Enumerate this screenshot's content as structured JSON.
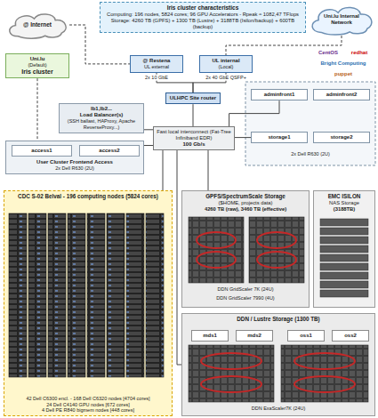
{
  "diagram": {
    "nodes": [
      {
        "text": [
          "Iris cluster characteristics",
          "Computing: 196 nodes, 5824 cores; 96 GPU Accelerators - Rpeak ≈ 1082,47 TFlops",
          "Storage: 4260 TB (GPFS) + 1300 TB (Lustre) + 3188TB (Isilon/backup) + 600TB (backup)"
        ]
      },
      {
        "text": [
          "@ Internet"
        ]
      },
      {
        "text": [
          "Uni.lu Internal Network"
        ]
      },
      {
        "text": [
          "Uni.lu",
          "(Default)",
          "Iris cluster"
        ]
      },
      {
        "text": [
          "@ Restena",
          "UL external"
        ]
      },
      {
        "text": [
          "UL internal",
          "(Local)"
        ]
      },
      {
        "text": [
          "ULHPC Site router"
        ]
      },
      {
        "text": [
          "Fast local interconnect (Fat-Tree Infiniband EDR)",
          "100 Gb/s"
        ]
      },
      {
        "text": [
          "lb1,lb2...",
          "Load Balancer(s)",
          "(SSH ballast, HAProxy, Apache ReverseProxy...)"
        ]
      },
      {
        "text": [
          "User Cluster Frontend Access",
          "2x Dell R630 (2U)"
        ]
      },
      {
        "text": [
          "access1"
        ],
        "in": 9
      },
      {
        "text": [
          "access2"
        ],
        "in": 9
      },
      {
        "text": [
          "adminfront1"
        ]
      },
      {
        "text": [
          "adminfront2"
        ]
      },
      {
        "text": [
          "storage1"
        ]
      },
      {
        "text": [
          "storage2"
        ]
      },
      {
        "text": [
          "CDC S-02 Belval - 196 computing nodes (5824 cores)",
          "42 Dell C6300 encl. - 168 Dell C6320 nodes [4704 cores]",
          "24 Dell C4140 GPU nodes [672 cores]",
          "4 Dell PE R840 bigmem nodes [448 cores]"
        ]
      },
      {
        "text": [
          "GPFS/SpectrumScale Storage",
          "($HOME, projects data)",
          "4260 TB (raw), 3460 TB (effective)"
        ]
      },
      {
        "text": [
          "EMC ISILON",
          "NAS Storage",
          "(3188TB)"
        ]
      },
      {
        "text": [
          "DDN / Lustre Storage (1300 TB)"
        ]
      },
      {
        "text": [
          "mds1"
        ],
        "in": 19
      },
      {
        "text": [
          "mds2"
        ],
        "in": 19
      },
      {
        "text": [
          "oss1"
        ],
        "in": 19
      },
      {
        "text": [
          "oss2"
        ],
        "in": 19
      }
    ],
    "edges": [
      {
        "from": 1,
        "to": 4,
        "arrow": "none"
      },
      {
        "from": 2,
        "to": 5,
        "arrow": "none"
      },
      {
        "from": 4,
        "to": 6,
        "label": "2x 10 GbE",
        "arrow": "none"
      },
      {
        "from": 5,
        "to": 6,
        "label": "2x 40 GbE QSFP+",
        "arrow": "none"
      },
      {
        "from": 6,
        "to": 7,
        "arrow": "none"
      },
      {
        "from": 7,
        "to": 8,
        "arrow": "none"
      },
      {
        "from": 7,
        "to": 9,
        "arrow": "none"
      },
      {
        "from": 7,
        "to": 12,
        "arrow": "none"
      },
      {
        "from": 7,
        "to": 14,
        "arrow": "none"
      },
      {
        "from": 7,
        "to": 16,
        "arrow": "none"
      },
      {
        "from": 7,
        "to": 17,
        "arrow": "none"
      },
      {
        "from": 7,
        "to": 19,
        "arrow": "none"
      },
      {
        "from": 3,
        "to": 9,
        "arrow": "none"
      }
    ],
    "labels": [
      "CentOS",
      "redhat",
      "Bright Computing",
      "puppet",
      "2x Dell R630 (2U)",
      "DDN GridScaler 7K (24U)",
      "DDN GridScaler 7990 (4U)",
      "DDN ExaScaler7K (24U)"
    ]
  }
}
